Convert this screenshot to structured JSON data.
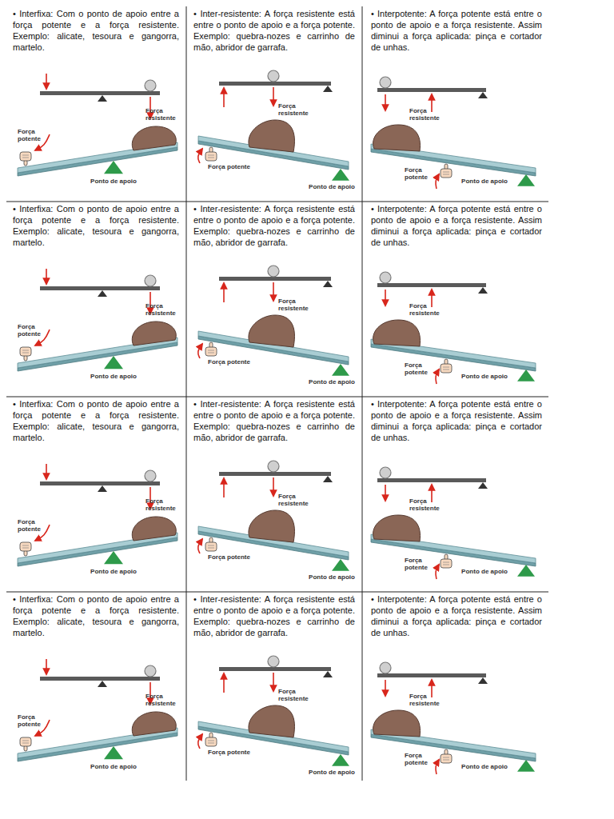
{
  "diagram": {
    "nodes": [
      {
        "text": [
          "• Interfixa: Com o ponto de apoio entre a força potente e a força resistente. Exemplo: alicate, tesoura e gangorra, martelo.",
          "Força resistente",
          "Força potente",
          "Ponto de apoio"
        ]
      },
      {
        "text": [
          "• Inter-resistente: A força resistente está entre o ponto de apoio e a força potente. Exemplo: quebra-nozes e carrinho de mão, abridor de garrafa.",
          "Força resistente",
          "Força potente",
          "Ponto de apoio"
        ]
      },
      {
        "text": [
          "• Interpotente: A força potente está entre o ponto de apoio e a força resistente. Assim diminui a força aplicada: pinça e cortador de unhas.",
          "Força resistente",
          "Força potente",
          "Ponto de apoio"
        ]
      },
      {
        "text": [
          "• Interfixa: Com o ponto de apoio entre a força potente e a força resistente. Exemplo: alicate, tesoura e gangorra, martelo.",
          "Força resistente",
          "Força potente",
          "Ponto de apoio"
        ]
      },
      {
        "text": [
          "• Inter-resistente: A força resistente está entre o ponto de apoio e a força potente. Exemplo: quebra-nozes e carrinho de mão, abridor de garrafa.",
          "Força resistente",
          "Força potente",
          "Ponto de apoio"
        ]
      },
      {
        "text": [
          "• Interpotente: A força potente está entre o ponto de apoio e a força resistente. Assim diminui a força aplicada: pinça e cortador de unhas.",
          "Força resistente",
          "Força potente",
          "Ponto de apoio"
        ]
      },
      {
        "text": [
          "• Interfixa: Com o ponto de apoio entre a força potente e a força resistente. Exemplo: alicate, tesoura e gangorra, martelo.",
          "Força resistente",
          "Força potente",
          "Ponto de apoio"
        ]
      },
      {
        "text": [
          "• Inter-resistente: A força resistente está entre o ponto de apoio e a força potente. Exemplo: quebra-nozes e carrinho de mão, abridor de garrafa.",
          "Força resistente",
          "Força potente",
          "Ponto de apoio"
        ]
      },
      {
        "text": [
          "• Interpotente: A força potente está entre o ponto de apoio e a força resistente. Assim diminui a força aplicada: pinça e cortador de unhas.",
          "Força resistente",
          "Força potente",
          "Ponto de apoio"
        ]
      },
      {
        "text": [
          "• Interfixa: Com o ponto de apoio entre a força potente e a força resistente. Exemplo: alicate, tesoura e gangorra, martelo.",
          "Força resistente",
          "Força potente",
          "Ponto de apoio"
        ]
      },
      {
        "text": [
          "• Inter-resistente: A força resistente está entre o ponto de apoio e a força potente. Exemplo: quebra-nozes e carrinho de mão, abridor de garrafa.",
          "Força resistente",
          "Força potente",
          "Ponto de apoio"
        ]
      },
      {
        "text": [
          "• Interpotente: A força potente está entre o ponto de apoio e a força resistente. Assim diminui a força aplicada: pinça e cortador de unhas.",
          "Força resistente",
          "Força potente",
          "Ponto de apoio"
        ]
      }
    ]
  }
}
